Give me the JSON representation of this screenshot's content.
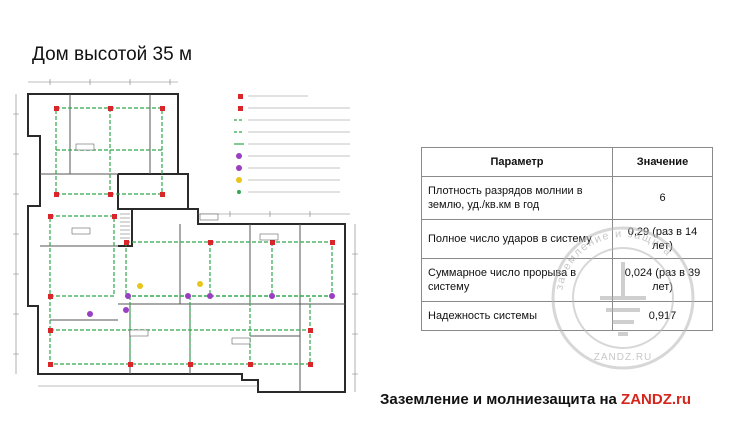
{
  "title": "Дом высотой 35 м",
  "table": {
    "headers": [
      "Параметр",
      "Значение"
    ],
    "rows": [
      {
        "param": "Плотность разрядов молнии в землю, уд./кв.км в год",
        "value": "6"
      },
      {
        "param": "Полное число ударов в систему",
        "value": "0,29 (раз в 14 лет)"
      },
      {
        "param": "Суммарное число прорыва в систему",
        "value": "0,024 (раз в 39 лет)"
      },
      {
        "param": "Надежность системы",
        "value": "0,917"
      }
    ]
  },
  "footer": {
    "text": "Заземление и молниезащита на ",
    "brand": "ZANDZ.ru"
  },
  "watermark": {
    "arc_text": "заземление и защита",
    "site": "ZANDZ.RU",
    "icon": "ground-symbol-icon"
  },
  "colors": {
    "brand_red": "#d6251c",
    "conductor_green": "#2ea84a",
    "rod_red": "#d9262b",
    "rod_purple": "#9a3fc2",
    "rod_yellow": "#e8c51a",
    "watermark_gray": "#b8b8b8"
  }
}
